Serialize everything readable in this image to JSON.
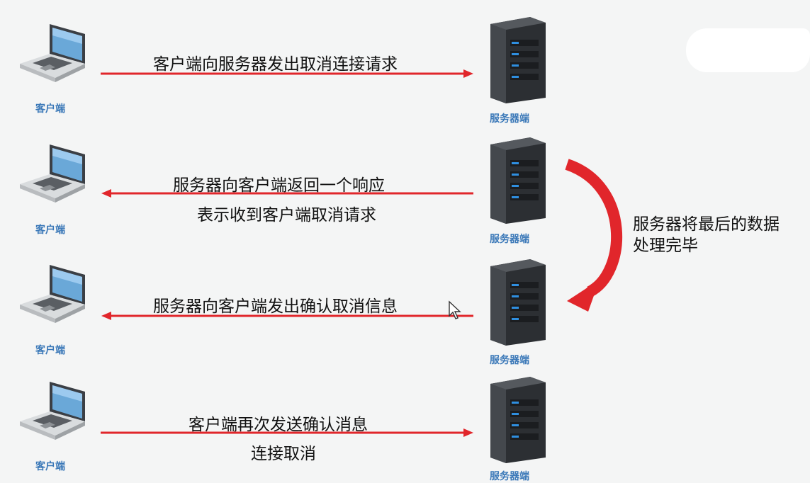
{
  "diagram": {
    "client_label": "客户端",
    "server_label": "服务器端",
    "rows": [
      {
        "direction": "client-to-server",
        "lines": [
          "客户端向服务器发出取消连接请求"
        ]
      },
      {
        "direction": "server-to-client",
        "lines": [
          "服务器向客户端返回一个响应",
          "表示收到客户端取消请求"
        ]
      },
      {
        "direction": "server-to-client",
        "lines": [
          "服务器向客户端发出确认取消信息"
        ]
      },
      {
        "direction": "client-to-server",
        "lines": [
          "客户端再次发送确认消息",
          "连接取消"
        ]
      }
    ],
    "side_note": [
      "服务器将最后的数据",
      "处理完毕"
    ],
    "colors": {
      "arrow": "#e1262b",
      "label": "#3a78b8",
      "background": "#f4f5f5"
    }
  }
}
